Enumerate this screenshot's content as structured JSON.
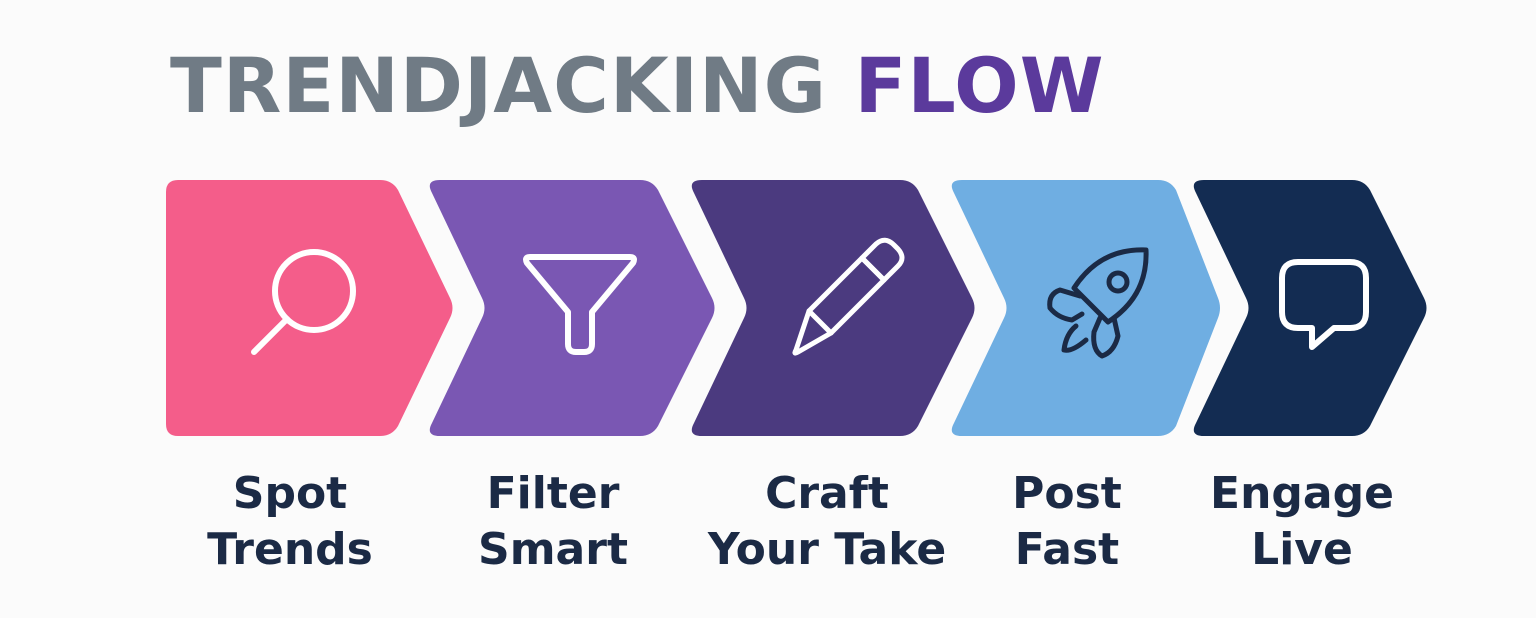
{
  "title": {
    "part1": "TRENDJACKING",
    "part2": "FLOW",
    "part1_color": "#707b85",
    "part2_color": "#5b3a9c"
  },
  "steps": [
    {
      "line1": "Spot",
      "line2": "Trends",
      "icon": "magnifier-icon",
      "color": "#f45d8a",
      "icon_color": "#ffffff"
    },
    {
      "line1": "Filter",
      "line2": "Smart",
      "icon": "funnel-icon",
      "color": "#7a57b3",
      "icon_color": "#ffffff"
    },
    {
      "line1": "Craft",
      "line2": "Your Take",
      "icon": "pencil-icon",
      "color": "#4b3a7f",
      "icon_color": "#ffffff"
    },
    {
      "line1": "Post",
      "line2": "Fast",
      "icon": "rocket-icon",
      "color": "#6faee2",
      "icon_color": "#1b2a45"
    },
    {
      "line1": "Engage",
      "line2": "Live",
      "icon": "speech-bubble-icon",
      "color": "#132c52",
      "icon_color": "#ffffff"
    }
  ]
}
